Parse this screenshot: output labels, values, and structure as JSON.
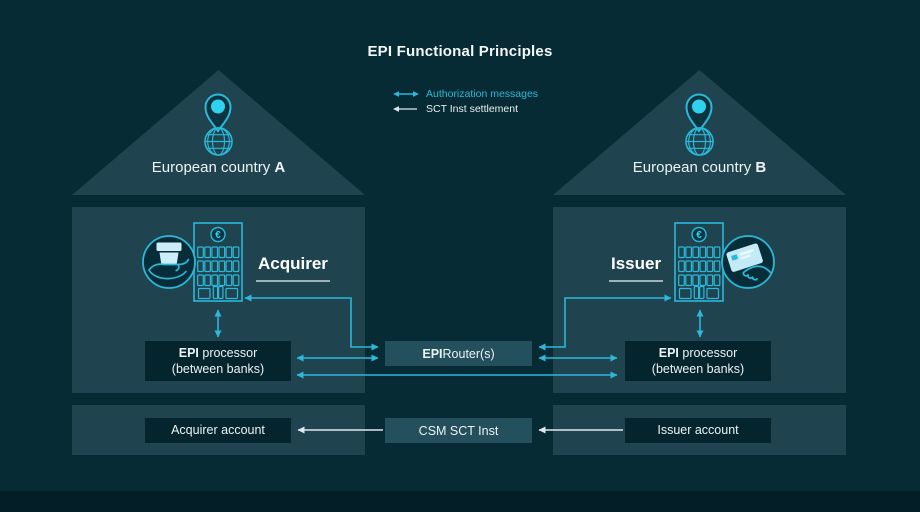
{
  "title": "EPI Functional Principles",
  "legend": {
    "authorization_label": "Authorization messages",
    "settlement_label": "SCT Inst settlement"
  },
  "houses": {
    "left": {
      "country_prefix": "European country ",
      "country_letter": "A",
      "role": "Acquirer",
      "account_label": "Acquirer account"
    },
    "right": {
      "country_prefix": "European country ",
      "country_letter": "B",
      "role": "Issuer",
      "account_label": "Issuer account"
    }
  },
  "processor": {
    "line1_bold": "EPI",
    "line1_rest": " processor",
    "line2": "(between banks)"
  },
  "router": {
    "bold": "EPI",
    "rest": " Router(s)"
  },
  "csm": {
    "label": "CSM SCT Inst"
  },
  "building": {
    "emblem": "€"
  },
  "icons": {
    "pin": "location-pin-icon",
    "globe": "globe-icon",
    "bank": "bank-building-icon",
    "left_holder": "hand-holding-pos-terminal-icon",
    "right_holder": "hand-holding-card-icon",
    "authorization_arrow": "bidirectional-arrow-icon",
    "settlement_arrow": "left-arrow-icon"
  },
  "colors": {
    "background": "#072b34",
    "panel": "#1f4450",
    "dark_box": "#05252e",
    "light_box": "#23505c",
    "accent_cyan": "#2bb8d9",
    "bright_cyan": "#2fd1ef",
    "text_white": "#edf2f3",
    "arrow_white": "#dfe8ea",
    "underline_gray": "#9db1b6",
    "footer": "#041e27"
  }
}
